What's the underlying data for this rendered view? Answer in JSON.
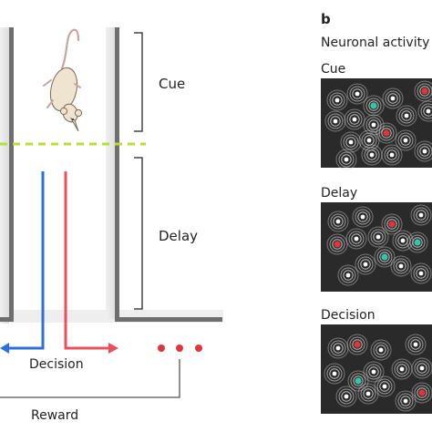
{
  "maze": {
    "cue_label": "Cue",
    "delay_label": "Delay",
    "decision_label": "Decision",
    "reward_label": "Reward"
  },
  "panel_b": {
    "letter": "b",
    "title": "Neuronal activity",
    "panels": [
      {
        "label": "Cue"
      },
      {
        "label": "Delay"
      },
      {
        "label": "Decision"
      }
    ]
  },
  "colors": {
    "wall": "#6e6e6e",
    "dashed_line": "#b6e035",
    "left_arrow": "#2f6fd8",
    "right_arrow": "#e8505a",
    "reward_dots": "#e0353d",
    "panel_bg": "#2a2a2a",
    "neuron_ring": "#d6d6d6",
    "active_red": "#e0353d",
    "active_teal": "#35c4a6"
  },
  "icons": [
    "mouse-icon"
  ]
}
